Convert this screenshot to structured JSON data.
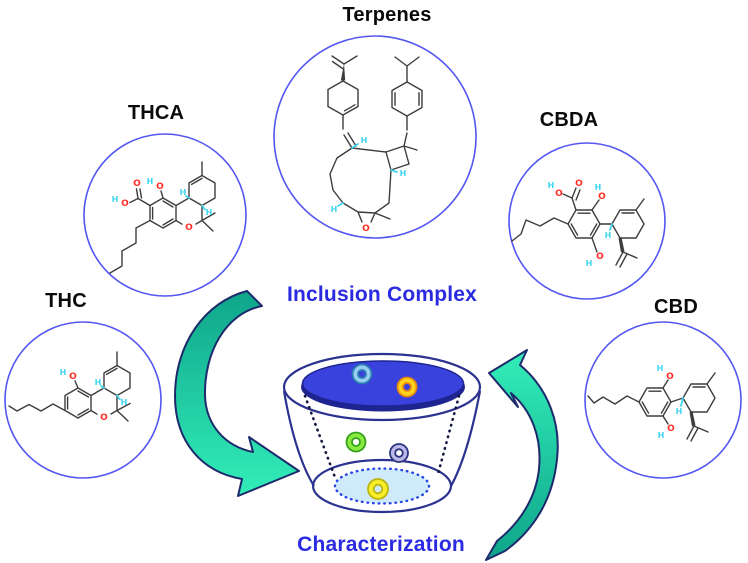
{
  "labels": {
    "terpenes": "Terpenes",
    "thca": "THCA",
    "cbda": "CBDA",
    "thc": "THC",
    "cbd": "CBD",
    "inclusion_complex": "Inclusion Complex",
    "characterization": "Characterization"
  },
  "atoms": {
    "o": "O",
    "h": "H"
  },
  "colors": {
    "heading_text": "#0a0a0a",
    "center_text": "#2a2ae0",
    "circle_stroke": "#5456f2",
    "bond": "#3d3d3d",
    "atom_o": "#ff2d23",
    "atom_h": "#40d6ee",
    "arrow_fill_dark": "#0fa58a",
    "arrow_fill_bright": "#32eeb9",
    "arrow_outline": "#1d2a6b",
    "cup_outline": "#2c3290",
    "cup_top_fill": "#3a42dd",
    "cup_top_rim": "#1e2490",
    "cup_inner_fill": "#cfeafa",
    "cup_dot_blue": "#2743e8",
    "cup_dot_black": "#131740"
  },
  "rings": [
    {
      "name": "sky-blue-ring",
      "fill": "#93cdf1",
      "stroke": "#2a7cb0",
      "hole": "#3a42dd"
    },
    {
      "name": "orange-ring",
      "fill": "#ffd21c",
      "stroke": "#e8890b",
      "hole": "#3a42dd"
    },
    {
      "name": "green-ring",
      "fill": "#8aea3f",
      "stroke": "#34a31c",
      "hole": "#ffffff"
    },
    {
      "name": "lavender-ring",
      "fill": "#bcb9e8",
      "stroke": "#2a337f",
      "hole": "#ffffff"
    },
    {
      "name": "yellow-ring",
      "fill": "#f8ef2a",
      "stroke": "#bcb50f",
      "hole": "#cfeafa"
    }
  ]
}
